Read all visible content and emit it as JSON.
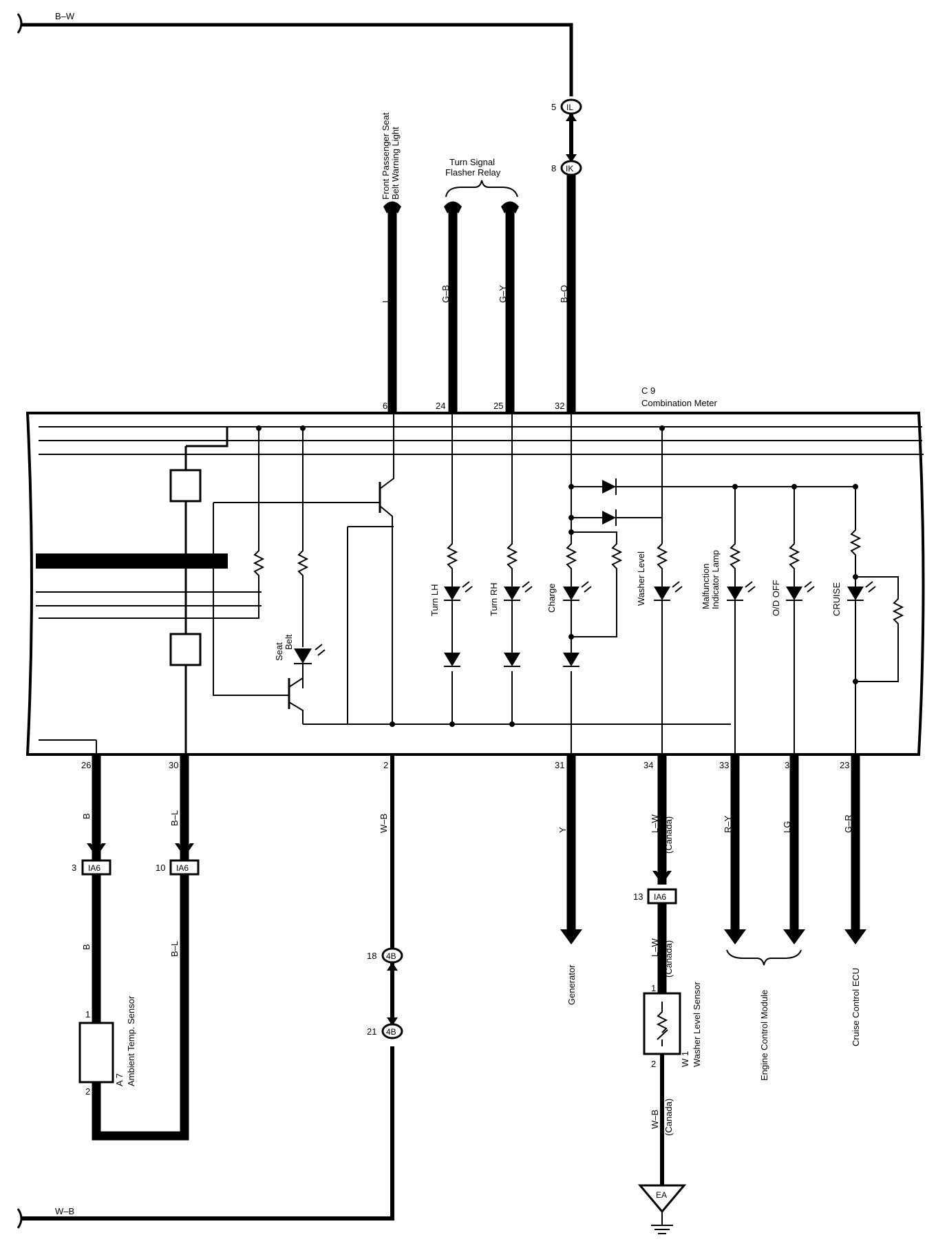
{
  "top_wire_label": "B–W",
  "bottom_wire_label": "W–B",
  "combination_meter": {
    "id": "C 9",
    "name": "Combination Meter"
  },
  "top_destinations": {
    "seat_belt_light": "Front Passenger Seat\nBelt Warning Light",
    "turn_relay": "Turn Signal\nFlasher Relay"
  },
  "connectors": {
    "il": {
      "code": "IL",
      "pin": "5"
    },
    "ik": {
      "code": "IK",
      "pin": "8"
    },
    "ia6_a": {
      "code": "IA6",
      "pin": "3"
    },
    "ia6_b": {
      "code": "IA6",
      "pin": "10"
    },
    "ia6_c": {
      "code": "IA6",
      "pin": "13"
    },
    "b4_a": {
      "code": "4B",
      "pin": "18"
    },
    "b4_b": {
      "code": "4B",
      "pin": "21"
    },
    "ground": "EA"
  },
  "top_wires": [
    {
      "color": "L",
      "pin": "6"
    },
    {
      "color": "G–B",
      "pin": "24"
    },
    {
      "color": "G–Y",
      "pin": "25"
    },
    {
      "color": "B–O",
      "pin": "32"
    }
  ],
  "bottom_pins": [
    "26",
    "30",
    "2",
    "31",
    "34",
    "33",
    "3",
    "23"
  ],
  "bottom_wires": [
    {
      "color": "B",
      "pin": "26"
    },
    {
      "color": "B–L",
      "pin": "30"
    },
    {
      "color": "W–B",
      "pin": "2"
    },
    {
      "color": "Y",
      "pin": "31"
    },
    {
      "color": "L–W",
      "pin": "34",
      "note": "(Canada)"
    },
    {
      "color": "R–Y",
      "pin": "33"
    },
    {
      "color": "LG",
      "pin": "3"
    },
    {
      "color": "G–R",
      "pin": "23"
    }
  ],
  "lamps": [
    "Turn LH",
    "Turn RH",
    "Charge",
    "Washer Level",
    "Malfunction\nIndicator Lamp",
    "O/D OFF",
    "CRUISE"
  ],
  "seat_belt_lamp": "Seat\nBelt",
  "lower_labels": {
    "b_wire_2": "B",
    "bl_wire_2": "B–L",
    "lw_wire_2": "L–W",
    "canada_2": "(Canada)",
    "wb_wire_3": "W–B",
    "canada_3": "(Canada)"
  },
  "sensors": {
    "ambient": {
      "id": "A 7",
      "name": "Ambient Temp. Sensor",
      "pin1": "1",
      "pin2": "2"
    },
    "washer": {
      "id": "W 1",
      "name": "Washer Level Sensor",
      "pin1": "1",
      "pin2": "2"
    }
  },
  "destinations": {
    "generator": "Generator",
    "ecm": "Engine Control Module",
    "cruise_ecu": "Cruise Control ECU"
  }
}
